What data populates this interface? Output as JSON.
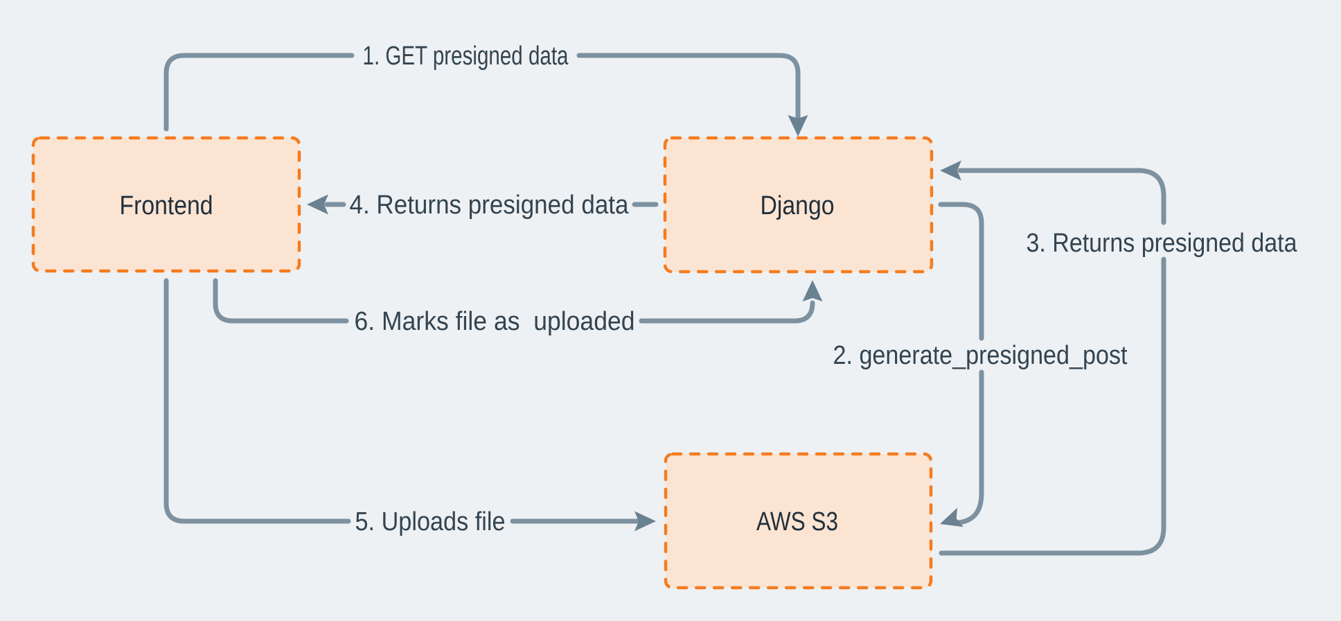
{
  "colors": {
    "canvas_bg": "#edf1f4",
    "box_fill": "#fce4d2",
    "box_border": "#f47c20",
    "line_color": "#7d91a0",
    "arrow_color": "#6a8191",
    "title_color": "#1f2f3c",
    "label_color": "#33444f"
  },
  "nodes": [
    {
      "id": "frontend",
      "label": "Frontend"
    },
    {
      "id": "django",
      "label": "Django"
    },
    {
      "id": "aws-s3",
      "label": "AWS S3"
    }
  ],
  "flows": [
    {
      "step": "1",
      "label": "1. GET presigned data",
      "from": "Frontend",
      "to": "Django"
    },
    {
      "step": "2",
      "label": "2. generate_presigned_post",
      "from": "Django",
      "to": "AWS S3"
    },
    {
      "step": "3",
      "label": "3. Returns presigned data",
      "from": "AWS S3",
      "to": "Django"
    },
    {
      "step": "4",
      "label": "4. Returns presigned data",
      "from": "Django",
      "to": "Frontend"
    },
    {
      "step": "5",
      "label": "5. Uploads file",
      "from": "Frontend",
      "to": "AWS S3"
    },
    {
      "step": "6",
      "label": "6. Marks file as  uploaded",
      "from": "Frontend",
      "to": "Django"
    }
  ]
}
